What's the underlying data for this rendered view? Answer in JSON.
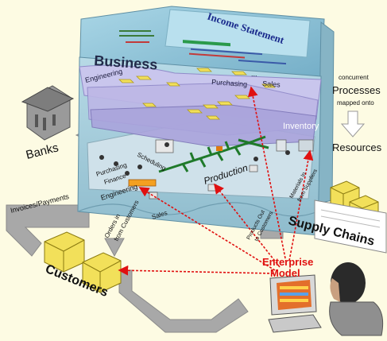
{
  "labels": {
    "income_statement": "Income Statement",
    "business": "Business",
    "engineering_top": "Engineering",
    "purchasing_top": "Purchasing",
    "sales_top": "Sales",
    "ellipsis": "...",
    "inventory": "Inventory",
    "production": "Production",
    "purchasing_floor": "Purchasing",
    "scheduling": "Scheduling",
    "finance": "Finance",
    "engineering_floor": "Engineering",
    "sales_floor": "Sales",
    "banks": "Banks",
    "invoices_payments": "Invoices/Payments",
    "orders_line1": "Orders in",
    "orders_line2": "from Customers",
    "products_line1": "Products Out",
    "products_line2": "to Customers",
    "materials_line1": "Materials In",
    "materials_line2": "from Suppliers",
    "supply_chains": "Supply Chains",
    "customers": "Customers",
    "enterprise": "Enterprise",
    "model": "Model",
    "concurrent": "concurrent",
    "processes": "Processes",
    "mapped_onto": "mapped onto",
    "resources": "Resources"
  },
  "colors": {
    "cube_front": "#9ec9d8",
    "cube_top": "#7fb6cf",
    "cube_side": "#8ab8c8",
    "floor": "#c6dbe6",
    "lavender": "#c8c4ec",
    "arrow_red": "#e01010",
    "arrow_gray": "#a4a4a4",
    "box_yellow": "#f2e05a",
    "title_blue": "#1a2a8c"
  }
}
